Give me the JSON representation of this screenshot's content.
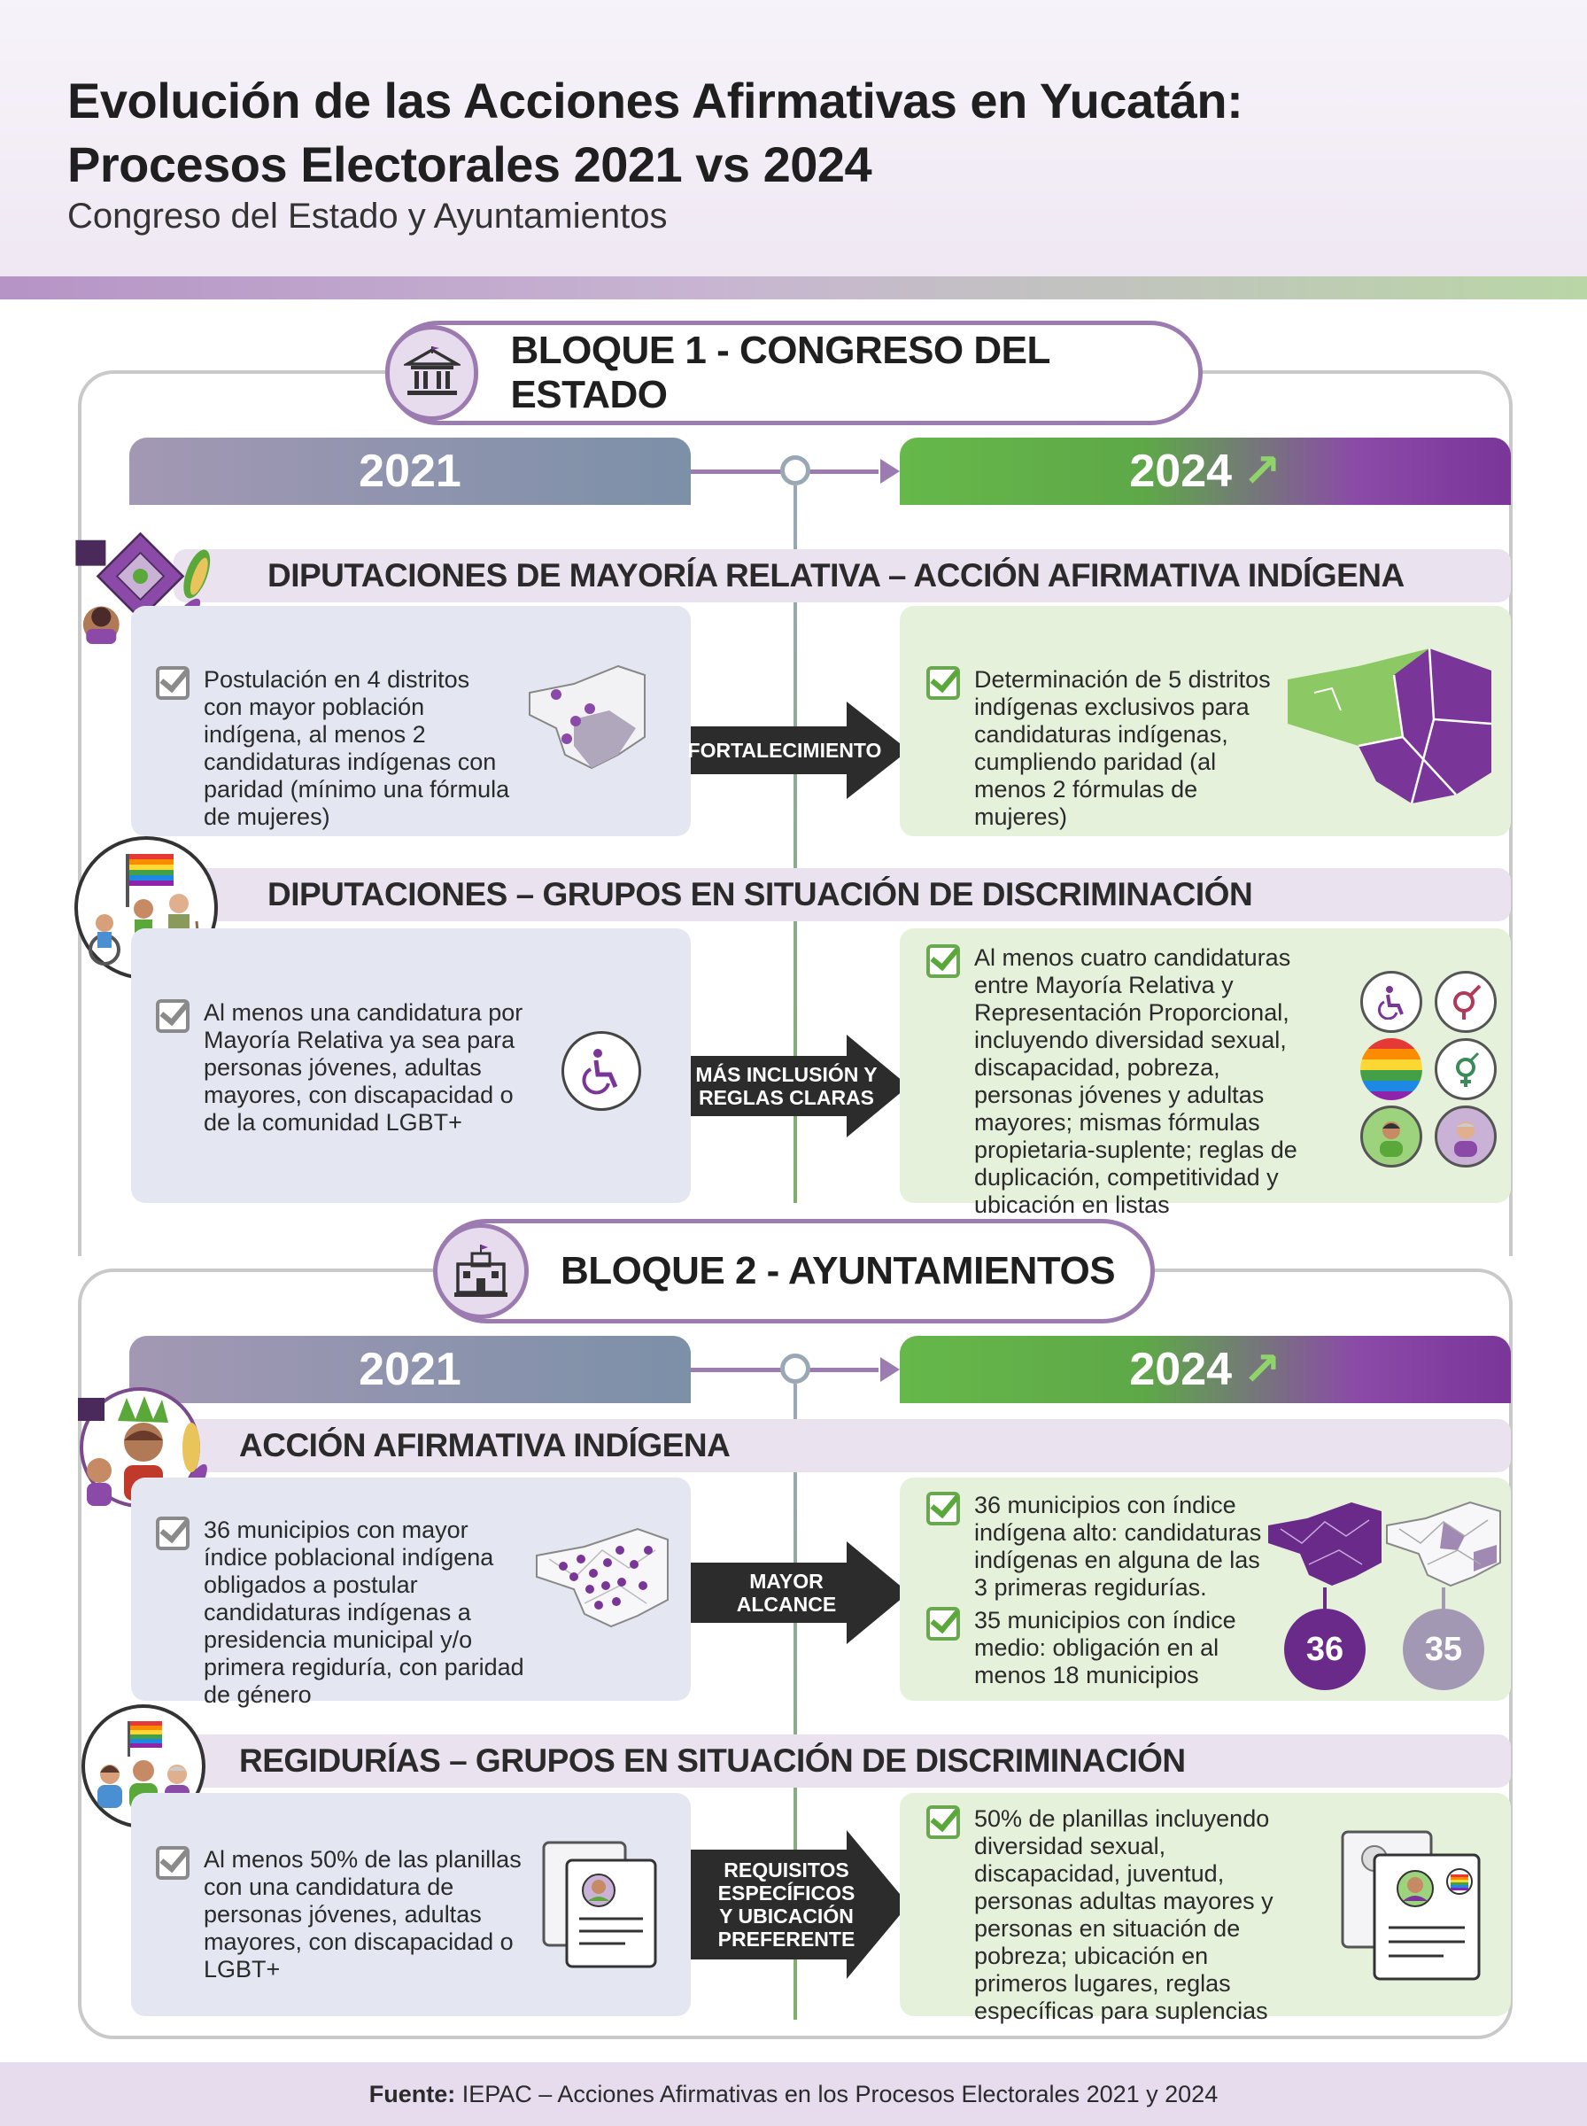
{
  "header": {
    "title_line1": "Evolución de las Acciones Afirmativas en Yucatán:",
    "title_line2": "Procesos Electorales 2021 vs 2024",
    "subtitle": "Congreso del Estado y Ayuntamientos"
  },
  "block1": {
    "title": "BLOQUE 1 - CONGRESO DEL ESTADO",
    "year_left": "2021",
    "year_right": "2024",
    "sections": [
      {
        "title": "DIPUTACIONES DE MAYORÍA RELATIVA – ACCIÓN AFIRMATIVA INDÍGENA",
        "left": "Postulación en 4 distritos con mayor población indígena, al menos 2 candidaturas indígenas con paridad (mínimo una fórmula de mujeres)",
        "arrow": "FORTALECIMIENTO",
        "right": "Determinación de 5 distritos indígenas exclusivos para candidaturas indígenas, cumpliendo paridad (al menos 2 fórmulas de mujeres)"
      },
      {
        "title": "DIPUTACIONES – GRUPOS EN SITUACIÓN DE DISCRIMINACIÓN",
        "left": "Al menos una candidatura por Mayoría Relativa ya sea para personas jóvenes, adultas mayores, con discapacidad o de la comunidad LGBT+",
        "arrow_line1": "MÁS INCLUSIÓN Y",
        "arrow_line2": "REGLAS CLARAS",
        "right": "Al menos cuatro candidaturas entre Mayoría Relativa y Representación Proporcional, incluyendo diversidad sexual, discapacidad, pobreza, personas jóvenes y adultas mayores; mismas fórmulas propietaria-suplente; reglas de duplicación, competitividad y ubicación en listas"
      }
    ]
  },
  "block2": {
    "title": "BLOQUE 2 - AYUNTAMIENTOS",
    "year_left": "2021",
    "year_right": "2024",
    "sections": [
      {
        "title": "ACCIÓN AFIRMATIVA INDÍGENA",
        "left": "36 municipios con mayor índice poblacional indígena obligados a postular candidaturas indígenas a presidencia municipal y/o primera regiduría, con paridad de género",
        "arrow_line1": "MAYOR",
        "arrow_line2": "ALCANCE",
        "right_a": "36 municipios con índice indígena alto: candidaturas indígenas en alguna de las 3 primeras regidurías.",
        "right_b": "35 municipios con índice medio: obligación en al menos 18 municipios",
        "badge_a": "36",
        "badge_b": "35"
      },
      {
        "title": "REGIDURÍAS – GRUPOS EN SITUACIÓN DE DISCRIMINACIÓN",
        "left": "Al menos 50% de las planillas con una candidatura de personas jóvenes, adultas mayores, con discapacidad o LGBT+",
        "arrow_line1": "REQUISITOS",
        "arrow_line2": "ESPECÍFICOS",
        "arrow_line3": "Y UBICACIÓN",
        "arrow_line4": "PREFERENTE",
        "right": "50% de planillas incluyendo diversidad sexual, discapacidad, juventud, personas adultas mayores y personas en situación de pobreza; ubicación en primeros lugares, reglas específicas para suplencias"
      }
    ]
  },
  "footer": {
    "label": "Fuente:",
    "text": " IEPAC – Acciones Afirmativas en los Procesos Electorales 2021 y 2024"
  },
  "colors": {
    "purple": "#7a3598",
    "green": "#5ea848",
    "left_panel": "#e4e7f1",
    "right_panel": "#e6f1dc"
  },
  "icons": [
    "government-building-icon",
    "city-hall-icon",
    "indigenous-textile-icon",
    "diversity-group-icon",
    "wheelchair-icon",
    "gender-symbol-icon",
    "rainbow-flag-icon",
    "yucatan-map-icon",
    "candidate-document-icon"
  ]
}
